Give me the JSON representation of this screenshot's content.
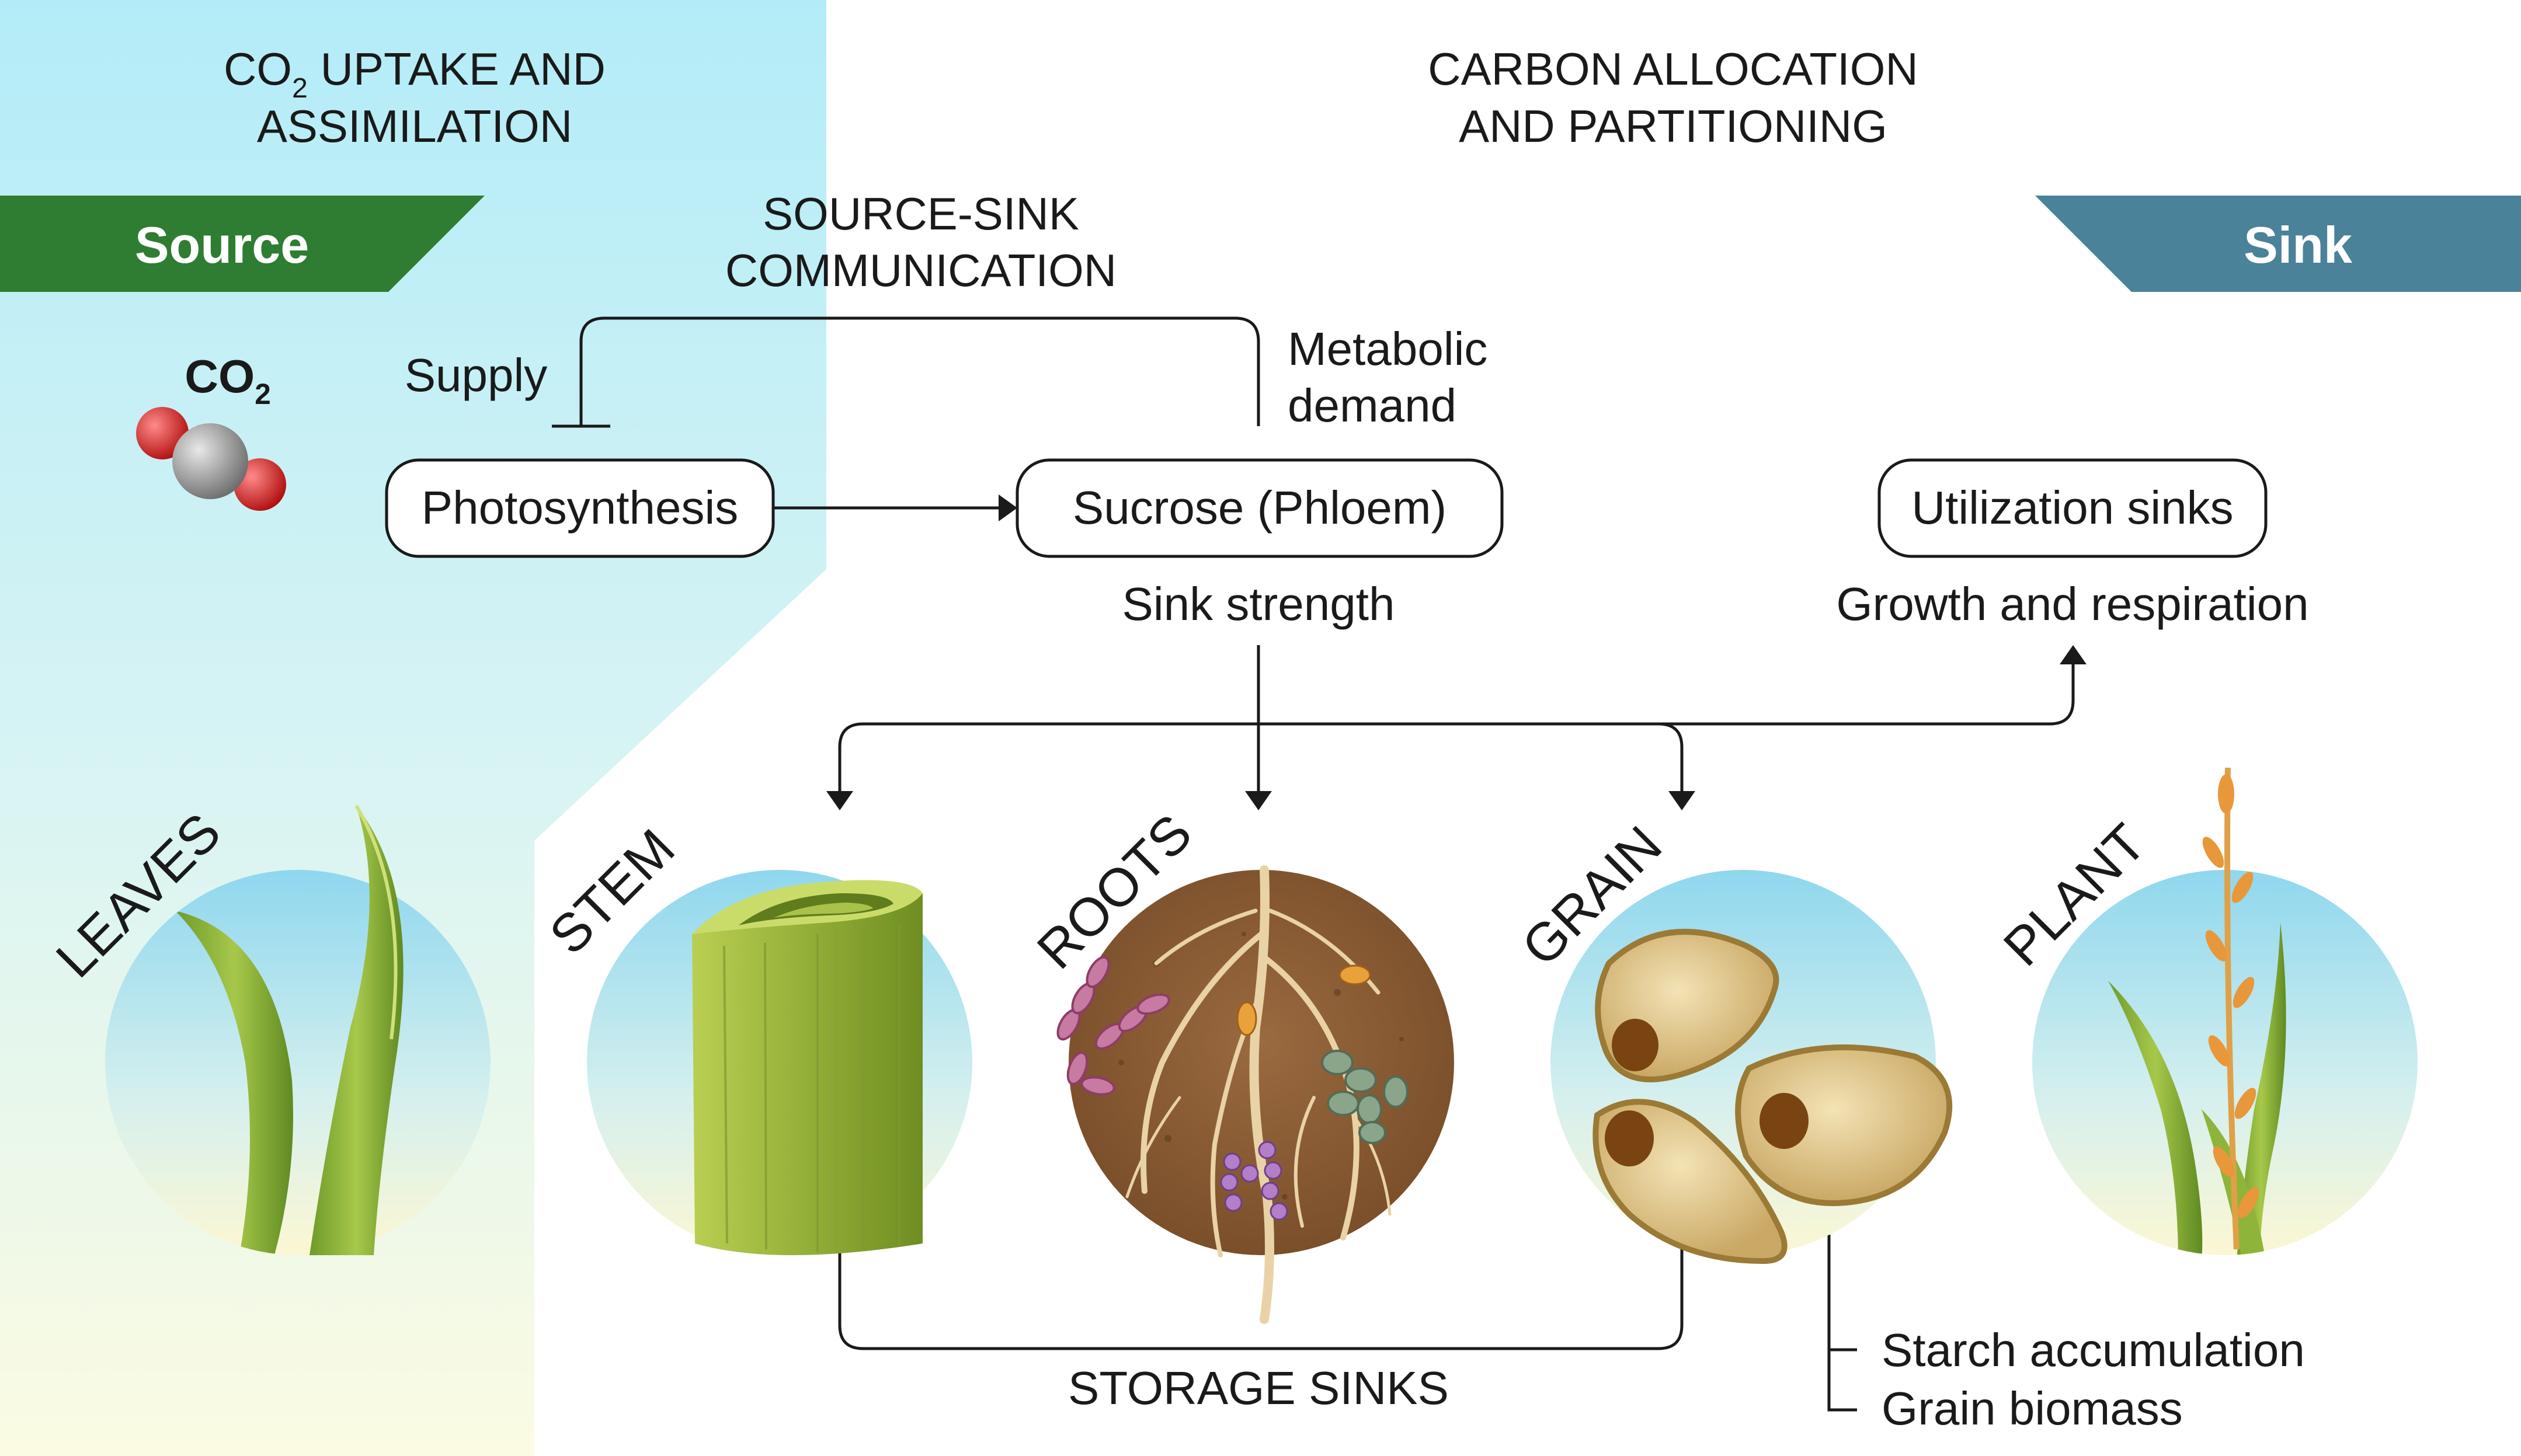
{
  "headers": {
    "uptake_line1_pre": "CO",
    "uptake_line1_sub": "2",
    "uptake_line1_post": " UPTAKE AND",
    "uptake_line2": "ASSIMILATION",
    "allocation_line1": "CARBON ALLOCATION",
    "allocation_line2": "AND PARTITIONING",
    "communication_line1": "SOURCE-SINK",
    "communication_line2": "COMMUNICATION"
  },
  "banners": {
    "source": "Source",
    "sink": "Sink"
  },
  "co2_label": {
    "main": "CO",
    "sub": "2"
  },
  "labels": {
    "supply": "Supply",
    "metabolic_line1": "Metabolic",
    "metabolic_line2": "demand",
    "sink_strength": "Sink strength",
    "growth_respiration": "Growth and respiration",
    "storage_sinks": "STORAGE SINKS",
    "starch": "Starch accumulation",
    "grain_biomass": "Grain biomass"
  },
  "boxes": {
    "photosynthesis": "Photosynthesis",
    "sucrose": "Sucrose (Phloem)",
    "utilization": "Utilization sinks"
  },
  "organs": {
    "leaves": "LEAVES",
    "stem": "STEM",
    "roots": "ROOTS",
    "grain": "GRAIN",
    "plant": "PLANT"
  },
  "colors": {
    "source_banner": "#2e7d32",
    "sink_banner": "#4a8299",
    "source_panel_top": "#b3ecf8",
    "source_panel_bottom": "#fafbe0",
    "circle_top": "#9fdcee",
    "circle_bottom": "#fbf7d6"
  }
}
